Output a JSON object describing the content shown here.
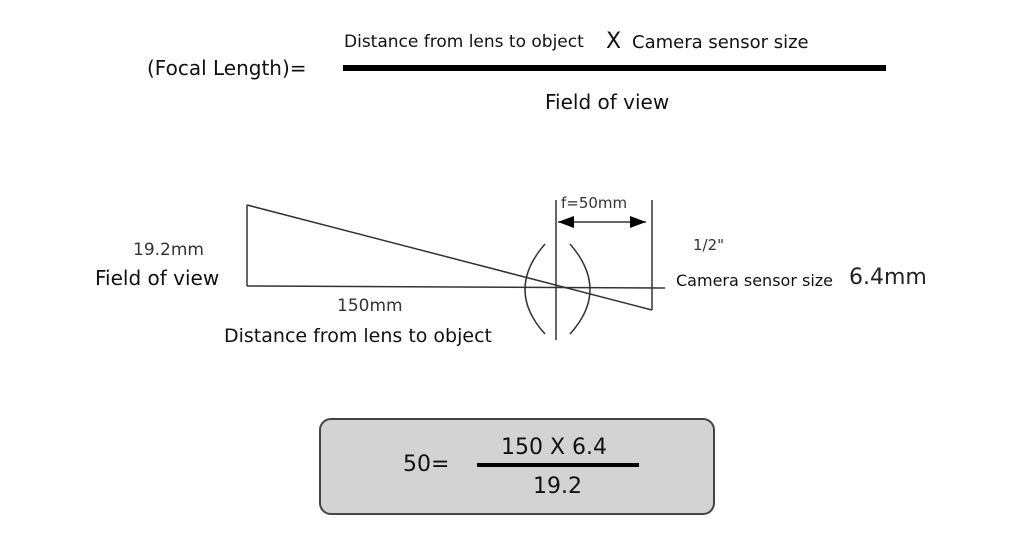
{
  "formula": {
    "lhs": "(Focal Length)=",
    "numerator_a": "Distance from lens to object",
    "operator": "X",
    "numerator_b": "Camera sensor size",
    "denominator": "Field of view"
  },
  "diagram": {
    "fov_value": "19.2mm",
    "fov_label": "Field of view",
    "distance_value": "150mm",
    "distance_label": "Distance from lens to object",
    "focal_value": "f=50mm",
    "sensor_format": "1/2\"",
    "sensor_label": "Camera sensor size",
    "sensor_value": "6.4mm"
  },
  "result": {
    "lhs": "50=",
    "numerator": "150 X 6.4",
    "denominator": "19.2"
  }
}
